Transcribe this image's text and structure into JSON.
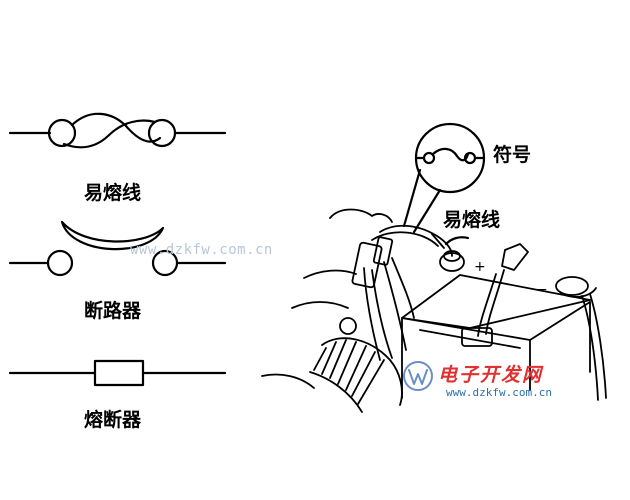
{
  "symbols": {
    "fusible_link_label": "易熔线",
    "circuit_breaker_label": "断路器",
    "fuse_label": "熔断器"
  },
  "illustration": {
    "callout_label": "符号",
    "fusible_link_label": "易熔线",
    "plus_sign": "+",
    "minus_sign": "−"
  },
  "watermark": {
    "center_url": "www.dzkfw.com.cn",
    "logo_text": "电子开发网",
    "logo_url": "www.dzkfw.com.cn",
    "logo_text_color": "#e03030",
    "logo_url_color": "#2a6fb0"
  }
}
